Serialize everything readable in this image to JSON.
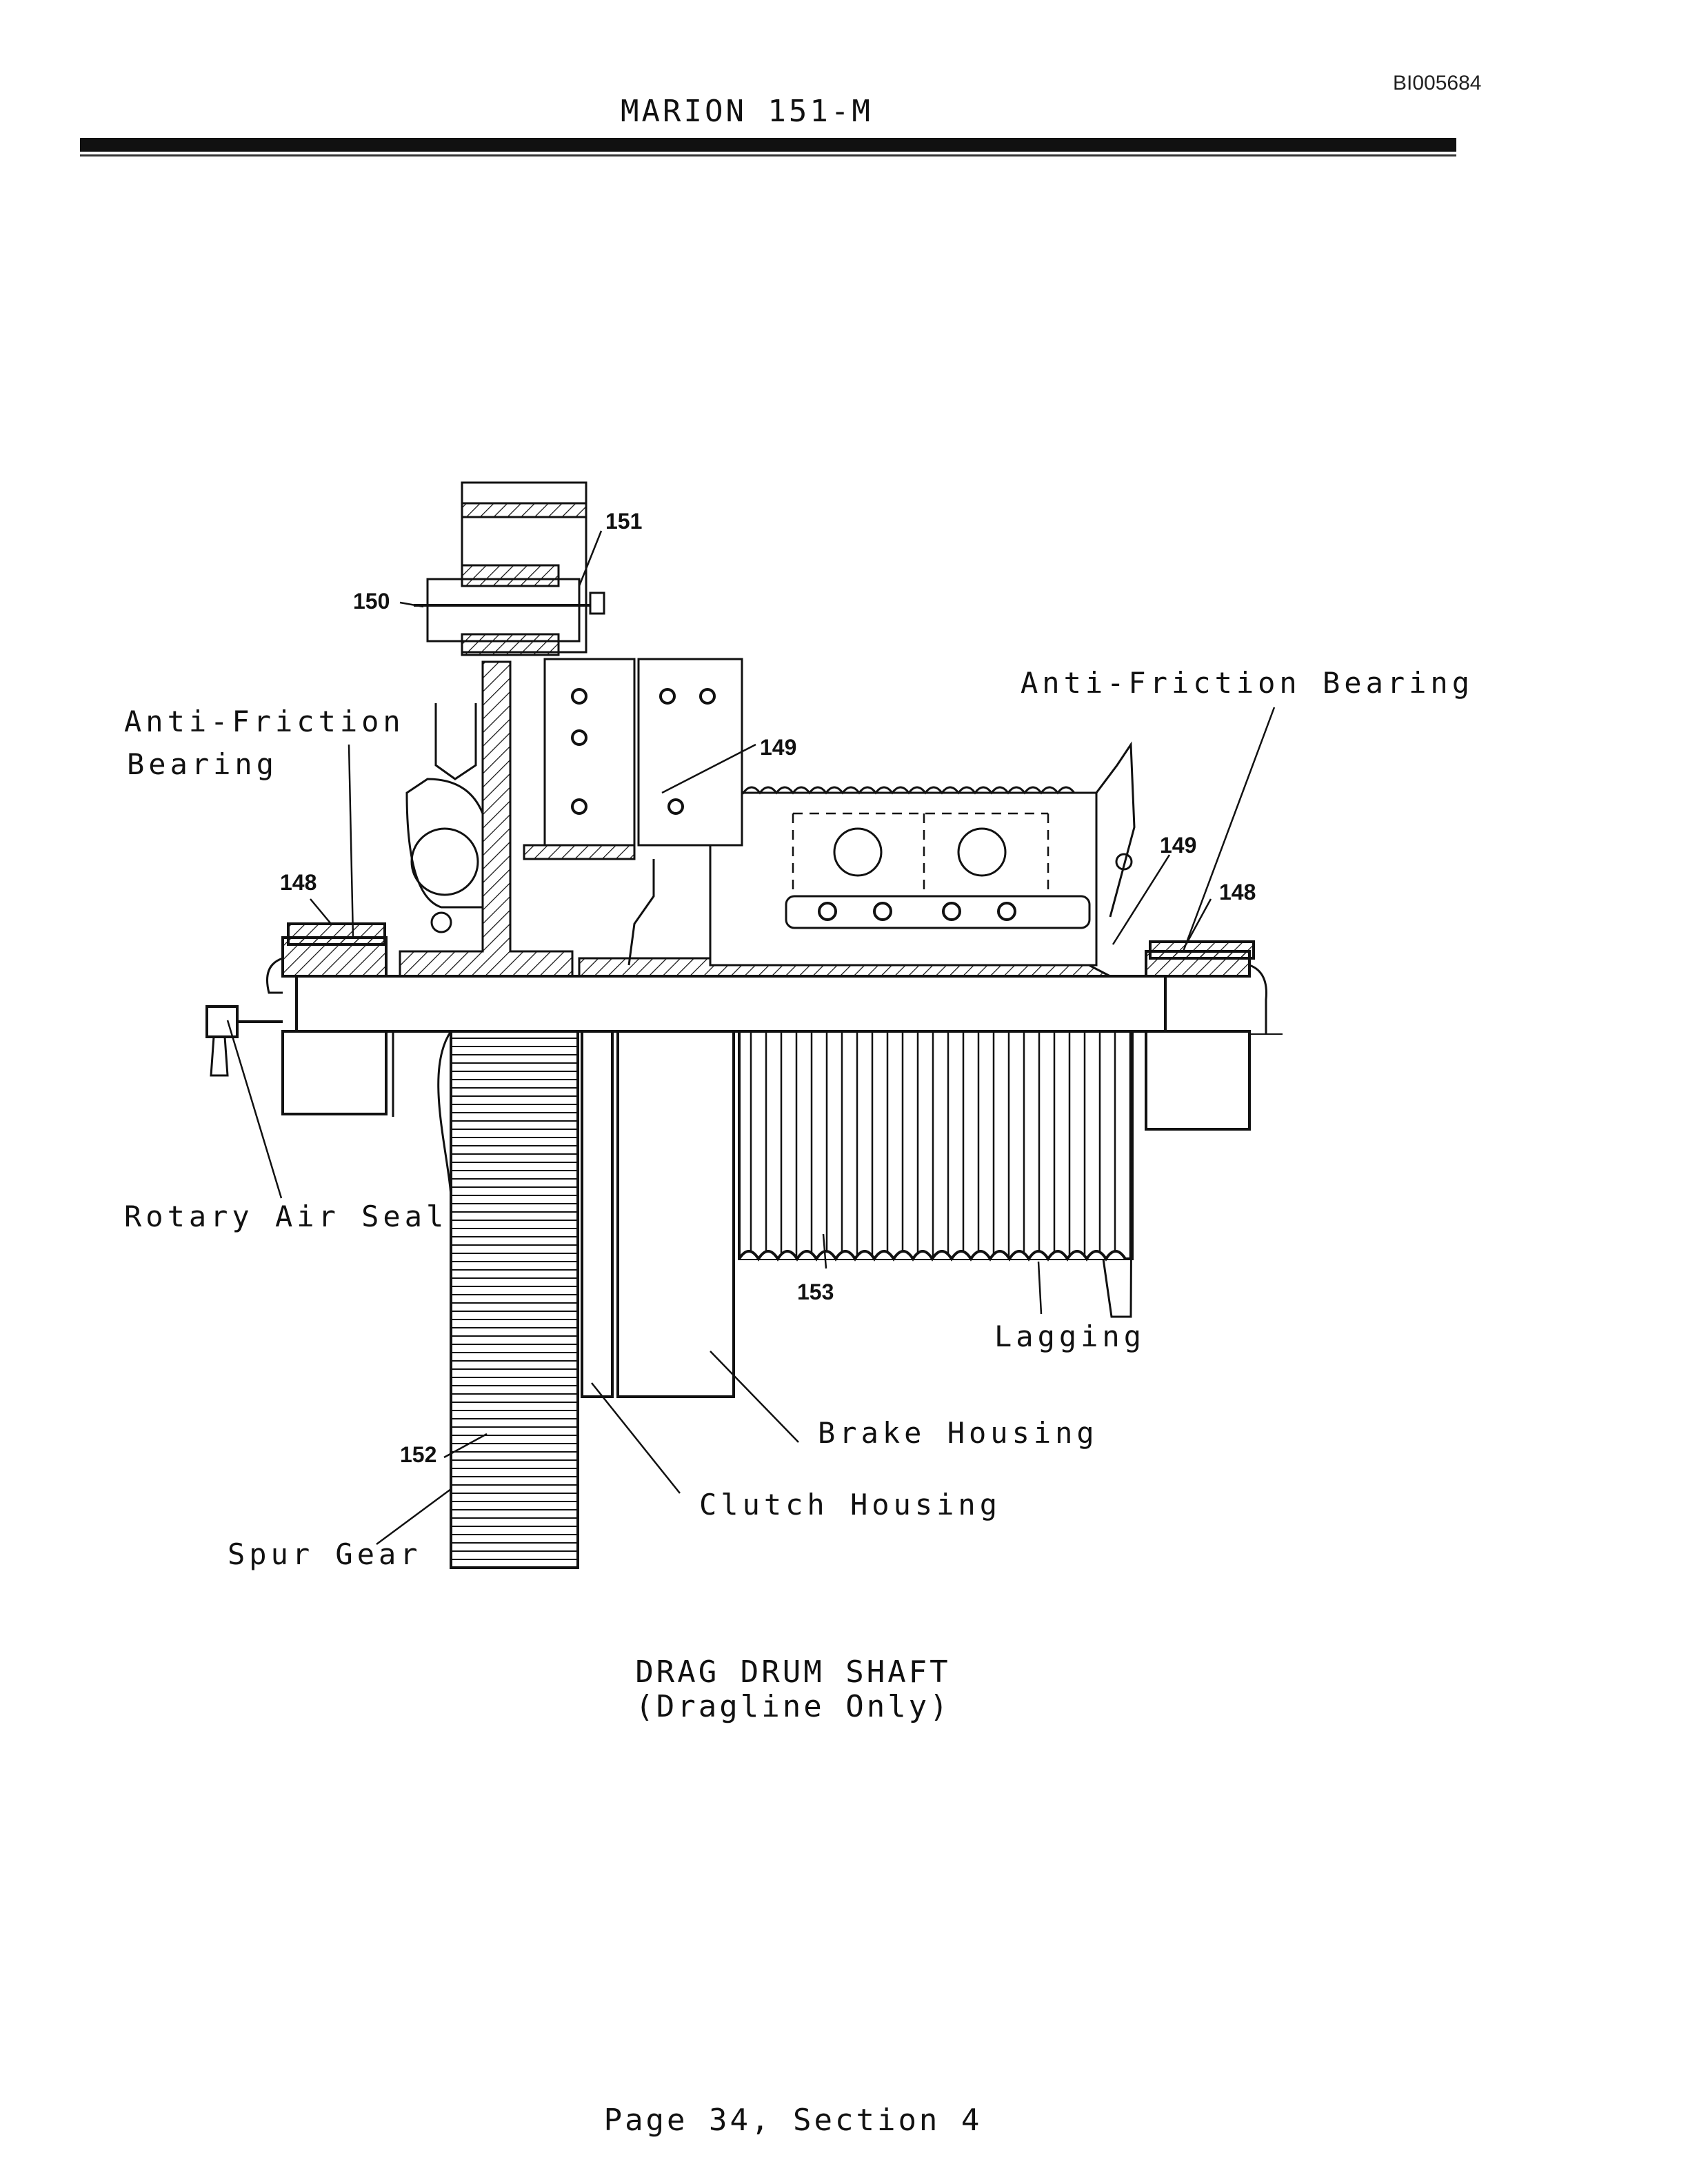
{
  "header": {
    "doc_id": "BI005684",
    "title": "MARION 151-M"
  },
  "callouts": {
    "n148_left": "148",
    "n148_right": "148",
    "n149_left": "149",
    "n149_right": "149",
    "n150": "150",
    "n151": "151",
    "n152": "152",
    "n153": "153"
  },
  "labels": {
    "anti_friction_left_1": "Anti-Friction",
    "anti_friction_left_2": "Bearing",
    "anti_friction_right": "Anti-Friction Bearing",
    "rotary_air_seal": "Rotary Air Seal",
    "lagging": "Lagging",
    "brake_housing": "Brake Housing",
    "clutch_housing": "Clutch Housing",
    "spur_gear": "Spur Gear"
  },
  "caption": {
    "line1": "DRAG DRUM SHAFT",
    "line2": "(Dragline Only)"
  },
  "footer": {
    "page": "Page 34, Section 4"
  }
}
